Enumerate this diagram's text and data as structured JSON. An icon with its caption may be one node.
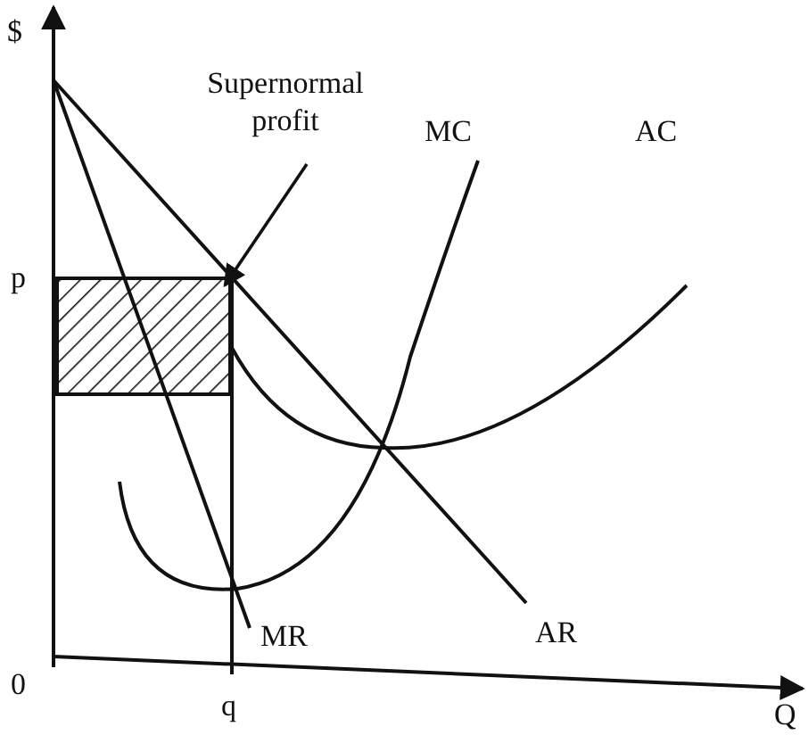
{
  "diagram": {
    "nodes": [
      {
        "text": [
          "Supernormal profit"
        ]
      },
      {
        "text": [],
        "shape": "box"
      }
    ],
    "edges": [
      {
        "from": 0,
        "to": 1,
        "arrow": "to"
      }
    ],
    "labels": [
      "$",
      "MC",
      "AC",
      "p",
      "MR",
      "AR",
      "0",
      "q",
      "Q"
    ]
  }
}
